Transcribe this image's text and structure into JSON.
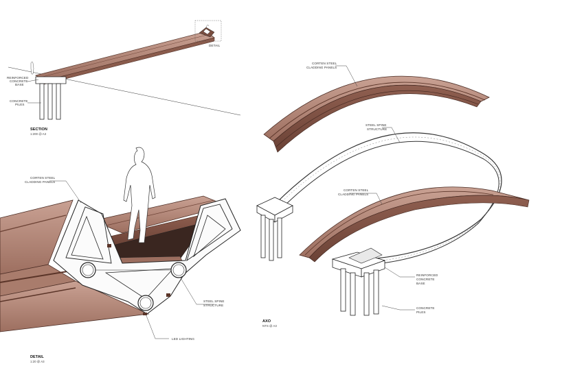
{
  "section": {
    "labels": {
      "base": [
        "REINFORCED",
        "CONCRETE",
        "BASE"
      ],
      "piles": [
        "CONCRETE",
        "PILES"
      ],
      "detail": "DETAIL"
    },
    "title": "SECTION",
    "scale": "1:200 @ A3"
  },
  "detail": {
    "labels": {
      "cladding": [
        "CORTEN STEEL",
        "CLADDING PANELS"
      ],
      "spine": [
        "STEEL SPINE",
        "STRUCTURE"
      ],
      "led": "LED LIGHTING"
    },
    "title": "DETAIL",
    "scale": "1:20 @ A3"
  },
  "axo": {
    "labels": {
      "cladding_top": [
        "CORTEN STEEL",
        "CLADDING PANELS"
      ],
      "spine": [
        "STEEL SPINE",
        "STRUCTURE"
      ],
      "cladding_mid": [
        "CORTEN STEEL",
        "CLADDING PANELS"
      ],
      "base": [
        "REINFORCED",
        "CONCRETE",
        "BASE"
      ],
      "piles": [
        "CONCRETE",
        "PILES"
      ]
    },
    "title": "AXO",
    "scale": "NTS @ A3"
  },
  "colors": {
    "corten": "#b98e7e",
    "corten_dark": "#7a4d3f",
    "line": "#222222"
  }
}
